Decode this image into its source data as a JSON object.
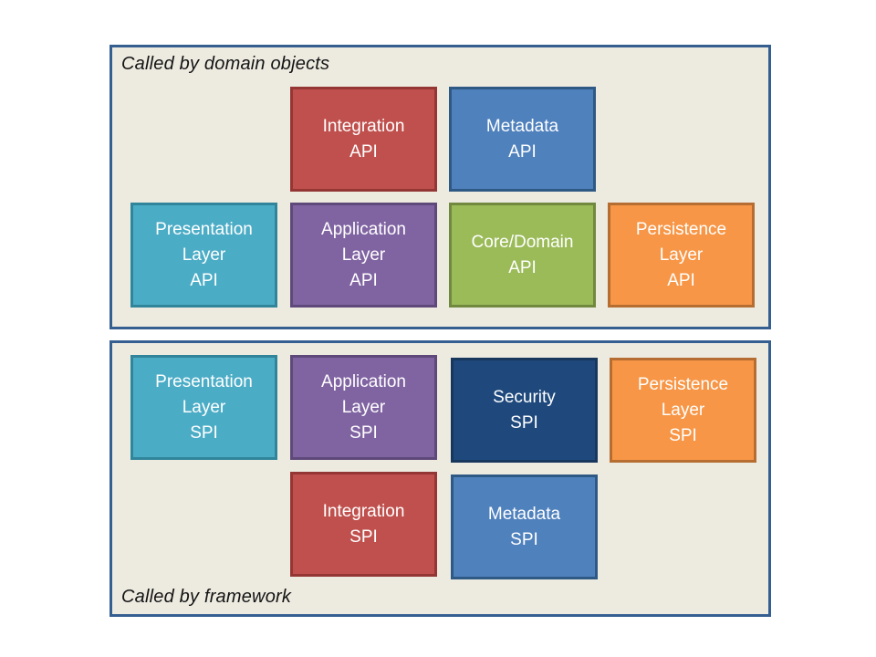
{
  "canvas": {
    "background": "#FFFFFF"
  },
  "palette": {
    "group_fill": "#EDEAE0",
    "group_border": "#365F91",
    "box_text": "#FFFFFF",
    "label_text": "#141414",
    "red": {
      "fill": "#C0504D",
      "border": "#943634"
    },
    "blue": {
      "fill": "#4F81BD",
      "border": "#2E5984"
    },
    "teal": {
      "fill": "#4BACC6",
      "border": "#31859B"
    },
    "purple": {
      "fill": "#8064A2",
      "border": "#5F497A"
    },
    "green": {
      "fill": "#9BBB59",
      "border": "#71893F"
    },
    "orange": {
      "fill": "#F79646",
      "border": "#B66D31"
    },
    "navy": {
      "fill": "#1F497D",
      "border": "#17375D"
    }
  },
  "api_group": {
    "label": "Called by domain objects",
    "boxes": {
      "integration": "Integration\nAPI",
      "metadata": "Metadata\nAPI",
      "presentation": "Presentation\nLayer\nAPI",
      "application": "Application\nLayer\nAPI",
      "core_domain": "Core/Domain\nAPI",
      "persistence": "Persistence\nLayer\nAPI"
    }
  },
  "spi_group": {
    "label": "Called by framework",
    "boxes": {
      "presentation": "Presentation\nLayer\nSPI",
      "application": "Application\nLayer\nSPI",
      "security": "Security\nSPI",
      "persistence": "Persistence\nLayer\nSPI",
      "integration": "Integration\nSPI",
      "metadata": "Metadata\nSPI"
    }
  }
}
